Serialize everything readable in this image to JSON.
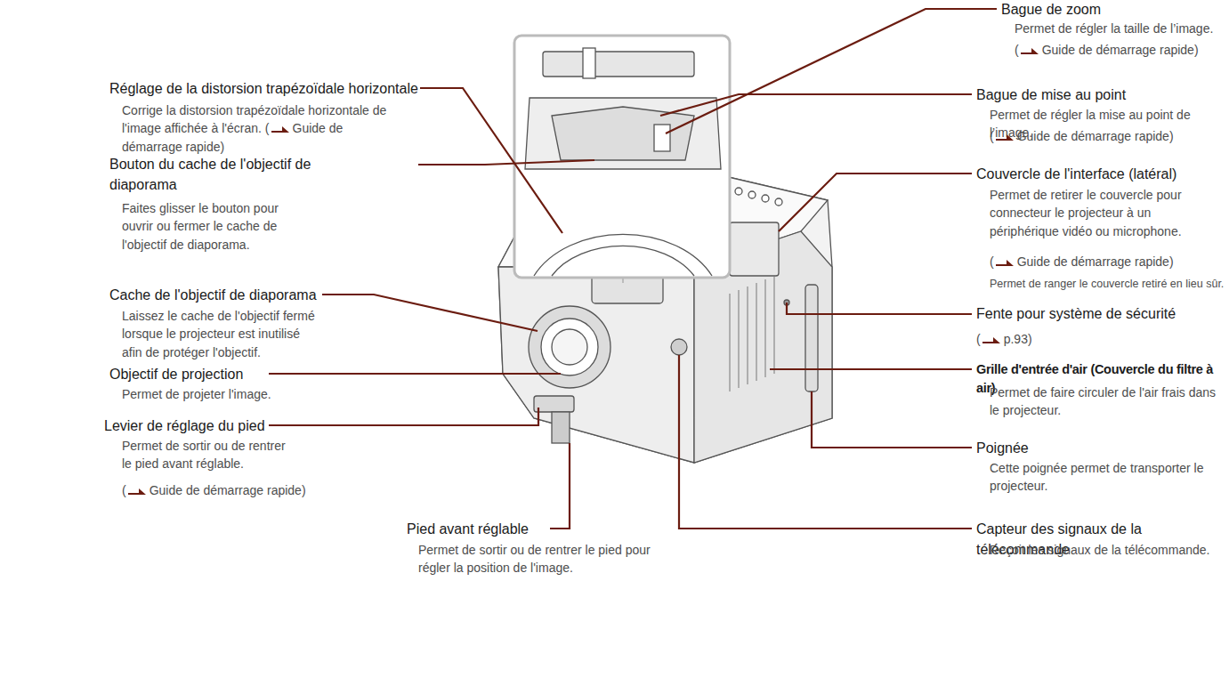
{
  "diagram": {
    "labels": [
      "Réglage de la distorsion trapézoïdale horizontale",
      "Corrige la distorsion trapézoïdale horizontale de l'image affichée à l'écran.",
      "(",
      "Guide de démarrage rapide)",
      "Bouton du cache de l'objectif de diaporama",
      "Faites glisser le bouton pour ouvrir ou fermer le cache de l'objectif de diaporama.",
      "Cache de l'objectif de diaporama",
      "Laissez le cache de l'objectif fermé lorsque le projecteur est inutilisé afin de protéger l'objectif.",
      "Objectif de projection",
      "Permet de projeter l'image.",
      "Levier de réglage du pied",
      "Permet de sortir ou de rentrer le pied avant réglable.",
      "(",
      "Guide de démarrage rapide)",
      "Pied avant réglable",
      "Permet de sortir ou de rentrer le pied pour régler la position de l'image.",
      "Bague de zoom",
      "Permet de régler la taille de l’image.",
      "(",
      "Guide de démarrage rapide)",
      "Bague de mise au point",
      "Permet de régler la mise au point de l’image.",
      "(",
      "Guide de démarrage rapide)",
      "Couvercle de l'interface (latéral)",
      "Permet de retirer le couvercle pour connecteur le projecteur à un périphérique vidéo ou microphone.",
      "(",
      "Guide de démarrage rapide)",
      "Permet de ranger le couvercle retiré en lieu sûr.",
      "Fente pour système de sécurité",
      "(",
      "p.93)",
      "Grille d'entrée d'air (Couvercle du filtre à air)",
      "Permet de faire circuler de l'air frais dans le projecteur.",
      "Poignée",
      "Cette poignée permet de transporter le projecteur.",
      "Capteur des signaux de la télécommande",
      "Reçoit les signaux de la télécommande."
    ]
  }
}
